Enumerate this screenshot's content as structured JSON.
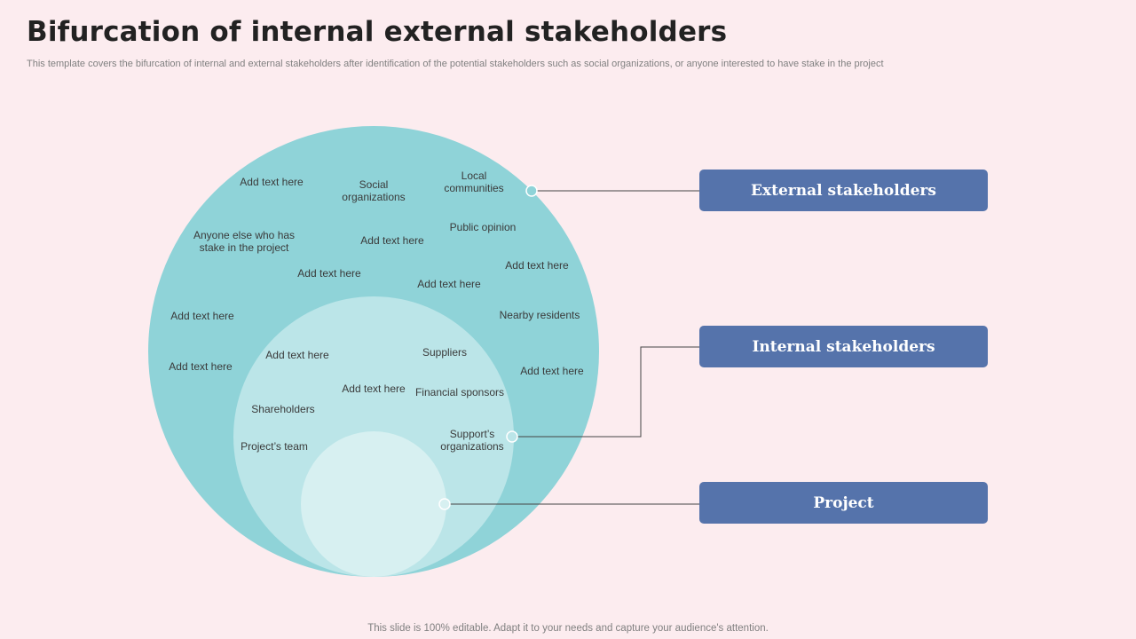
{
  "header": {
    "title": "Bifurcation of internal external stakeholders",
    "subtitle": "This template covers the bifurcation of internal and external stakeholders after identification of the  potential stakeholders such as social organizations, or anyone interested to have stake in the project"
  },
  "diagram": {
    "outer_labels": [
      "Add text here",
      "Social\norganizations",
      "Local\ncommunities",
      "Anyone  else who has\nstake in the project",
      "Add text here",
      "Public opinion",
      "Add text here",
      "Add text here",
      "Add text here",
      "Add text here",
      "Nearby residents",
      "Add text here",
      "Add text here"
    ],
    "inner_labels": [
      "Add text here",
      "Suppliers",
      "Add text here",
      "Financial sponsors",
      "Shareholders",
      "Support’s\norganizations",
      "Project’s team"
    ],
    "boxes": {
      "external": "External stakeholders",
      "internal": "Internal stakeholders",
      "project": "Project"
    },
    "colors": {
      "outer_circle": "#8fd3d8",
      "middle_circle": "#bbe5e8",
      "inner_circle": "#d7f0f1",
      "box": "#5573ab",
      "background": "#fcecef"
    }
  },
  "footer": {
    "text": "This slide is 100% editable. Adapt it to your needs and capture your audience's attention."
  }
}
